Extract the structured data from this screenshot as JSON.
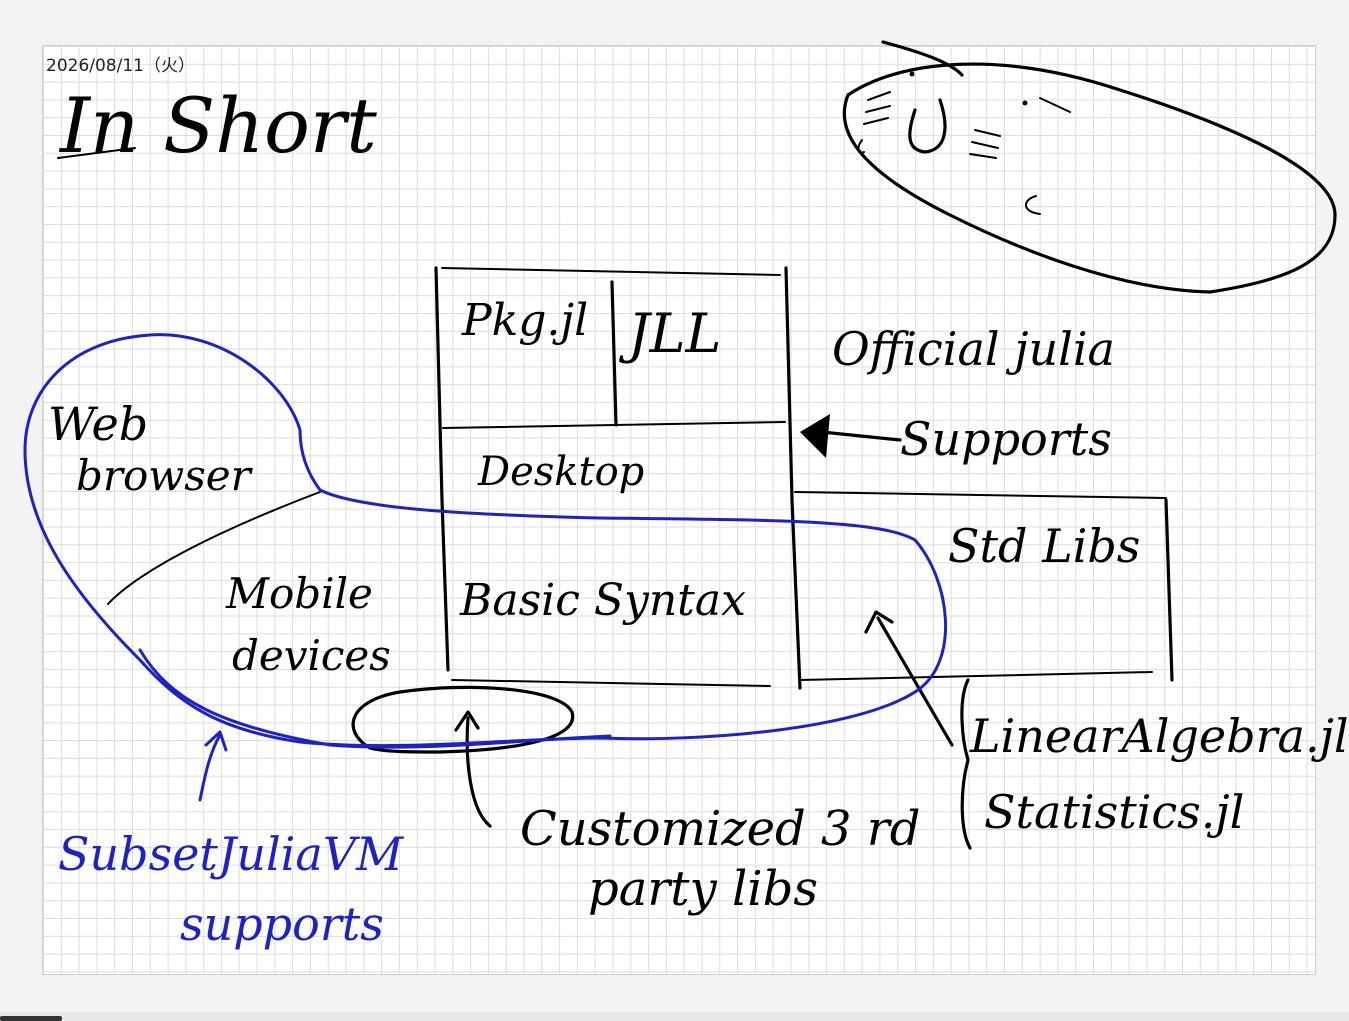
{
  "date": "2026/08/11（火）",
  "title": "In Short",
  "boxes": {
    "pkg": "Pkg.jl",
    "jll": "JLL",
    "desktop": "Desktop",
    "basic_syntax": "Basic Syntax",
    "stdlibs": "Std Libs"
  },
  "labels": {
    "web_browser_1": "Web",
    "web_browser_2": "browser",
    "mobile_1": "Mobile",
    "mobile_2": "devices",
    "official_1": "Official julia",
    "official_2": "Supports",
    "linear_algebra": "LinearAlgebra.jl",
    "statistics": "Statistics.jl",
    "custom_1": "Customized 3 rd",
    "custom_2": "party libs",
    "subset_1": "SubsetJuliaVM",
    "subset_2": "supports"
  },
  "colors": {
    "ink": "#000000",
    "blue_ink": "#1c22c8",
    "grid": "#dcdcdc"
  }
}
